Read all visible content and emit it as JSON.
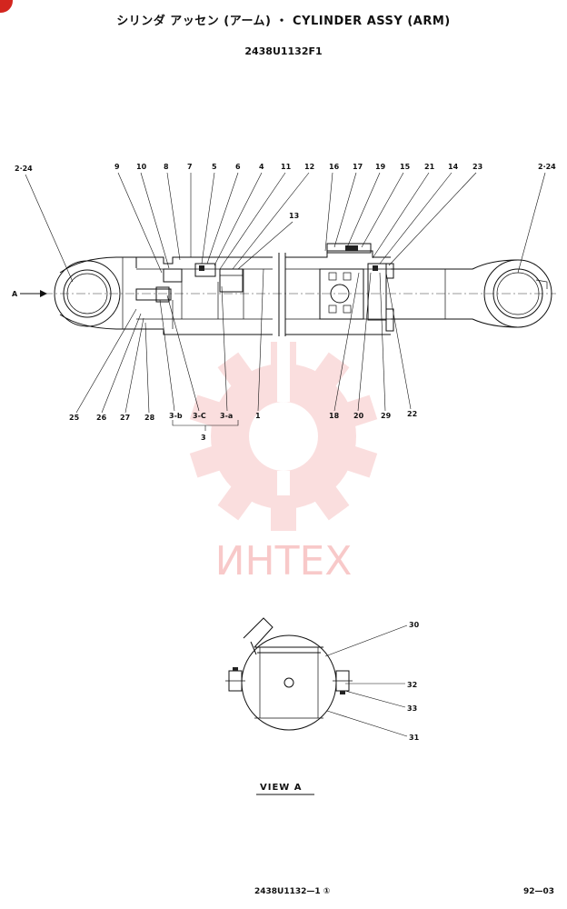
{
  "header": {
    "title": "シリンダ アッセン (アーム) ・ CYLINDER ASSY (ARM)",
    "drawing_number": "2438U1132F1"
  },
  "main_view": {
    "arrow_label": "A",
    "callouts_top": [
      "2·24",
      "9",
      "10",
      "8",
      "7",
      "5",
      "6",
      "4",
      "11",
      "12",
      "13",
      "16",
      "17",
      "19",
      "15",
      "21",
      "14",
      "23",
      "2·24"
    ],
    "callouts_bottom": [
      "25",
      "26",
      "27",
      "28",
      "3-b",
      "3-C",
      "3-a",
      "1",
      "18",
      "20",
      "29",
      "22"
    ],
    "group_label": "3"
  },
  "watermark": {
    "text": "ИНТЕХ",
    "color": "#f08a8a"
  },
  "view_a": {
    "callouts": [
      "30",
      "32",
      "33",
      "31"
    ],
    "label": "VIEW A"
  },
  "footer": {
    "reference": "2438U1132—1 ①",
    "page": "92—03"
  },
  "colors": {
    "ink": "#111111",
    "watermark": "#f08a8a",
    "corner_mark": "#d3261f"
  }
}
